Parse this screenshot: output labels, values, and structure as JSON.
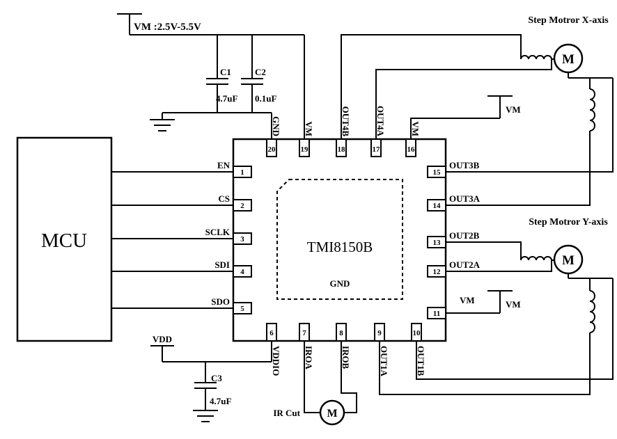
{
  "power": {
    "vm_rail_label": "VM :2.5V-5.5V",
    "c1_ref": "C1",
    "c1_val": "4.7uF",
    "c2_ref": "C2",
    "c2_val": "0.1uF"
  },
  "vdd": {
    "label": "VDD",
    "c3_ref": "C3",
    "c3_val": "4.7uF"
  },
  "mcu": {
    "label": "MCU"
  },
  "chip": {
    "name": "TMI8150B",
    "gnd": "GND",
    "pins_left": [
      {
        "number": "1",
        "label": "EN"
      },
      {
        "number": "2",
        "label": "CS"
      },
      {
        "number": "3",
        "label": "SCLK"
      },
      {
        "number": "4",
        "label": "SDI"
      },
      {
        "number": "5",
        "label": "SDO"
      }
    ],
    "pins_top": [
      {
        "number": "20",
        "label": "GND"
      },
      {
        "number": "19",
        "label": "VM"
      },
      {
        "number": "18",
        "label": "OUT4B"
      },
      {
        "number": "17",
        "label": "OUT4A"
      },
      {
        "number": "16",
        "label": "VM"
      }
    ],
    "pins_right": [
      {
        "number": "15",
        "label": "OUT3B"
      },
      {
        "number": "14",
        "label": "OUT3A"
      },
      {
        "number": "13",
        "label": "OUT2B"
      },
      {
        "number": "12",
        "label": "OUT2A"
      },
      {
        "number": "11",
        "label": "VM"
      }
    ],
    "pins_bottom": [
      {
        "number": "6",
        "label": "VDDIO"
      },
      {
        "number": "7",
        "label": "IROA"
      },
      {
        "number": "8",
        "label": "IROB"
      },
      {
        "number": "9",
        "label": "OUT1A"
      },
      {
        "number": "10",
        "label": "OUT1B"
      }
    ]
  },
  "motor_x": {
    "title": "Step Motror X-axis",
    "m": "M",
    "vm_flag": "VM"
  },
  "motor_y": {
    "title": "Step Motror Y-axis",
    "m": "M",
    "vm_flag": "VM"
  },
  "ir": {
    "label": "IR Cut",
    "m": "M"
  }
}
